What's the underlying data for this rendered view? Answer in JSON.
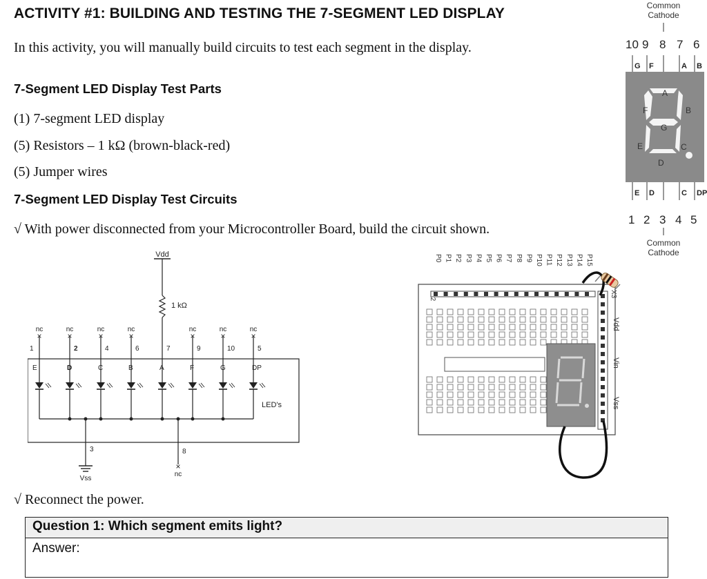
{
  "title": "ACTIVITY #1: BUILDING AND TESTING THE 7-SEGMENT LED DISPLAY",
  "intro": "In this activity, you will manually build circuits to test each segment in the display.",
  "parts": {
    "heading": "7-Segment LED Display Test Parts",
    "items": [
      "(1) 7-segment LED display",
      "(5) Resistors – 1 kΩ (brown-black-red)",
      "(5) Jumper wires"
    ]
  },
  "circuits": {
    "heading": "7-Segment LED Display Test Circuits",
    "step1": "√ With power disconnected from your Microcontroller Board, build the circuit shown.",
    "step2": "√ Reconnect the power."
  },
  "pinout": {
    "top_label": "Common\nCathode",
    "top_pins": [
      "10",
      "9",
      "8",
      "7",
      "6"
    ],
    "top_segments": [
      "G",
      "F",
      "A",
      "B"
    ],
    "segments": [
      "A",
      "B",
      "C",
      "D",
      "E",
      "F",
      "G"
    ],
    "bottom_segments": [
      "E",
      "D",
      "C",
      "DP"
    ],
    "bottom_pins": [
      "1",
      "2",
      "3",
      "4",
      "5"
    ],
    "bottom_label": "Common\nCathode"
  },
  "schematic": {
    "vdd": "Vdd",
    "resistor": "1 kΩ",
    "nc": "nc",
    "pins": [
      "1",
      "2",
      "4",
      "6",
      "7",
      "9",
      "10",
      "5"
    ],
    "segments": [
      "E",
      "D",
      "C",
      "B",
      "A",
      "F",
      "G",
      "DP"
    ],
    "leds_label": "LED's",
    "ground_pin": "3",
    "nc_pin": "8",
    "vss": "Vss"
  },
  "breadboard": {
    "ports": [
      "P0",
      "P1",
      "P2",
      "P3",
      "P4",
      "P5",
      "P6",
      "P7",
      "P8",
      "P9",
      "P10",
      "P11",
      "P12",
      "P13",
      "P14",
      "P15"
    ],
    "header_left": "X2",
    "header_right": "X3",
    "rails": [
      "Vdd",
      "Vin",
      "Vss"
    ]
  },
  "question": {
    "label": "Question 1: Which segment emits light?",
    "answer_label": "Answer:"
  }
}
